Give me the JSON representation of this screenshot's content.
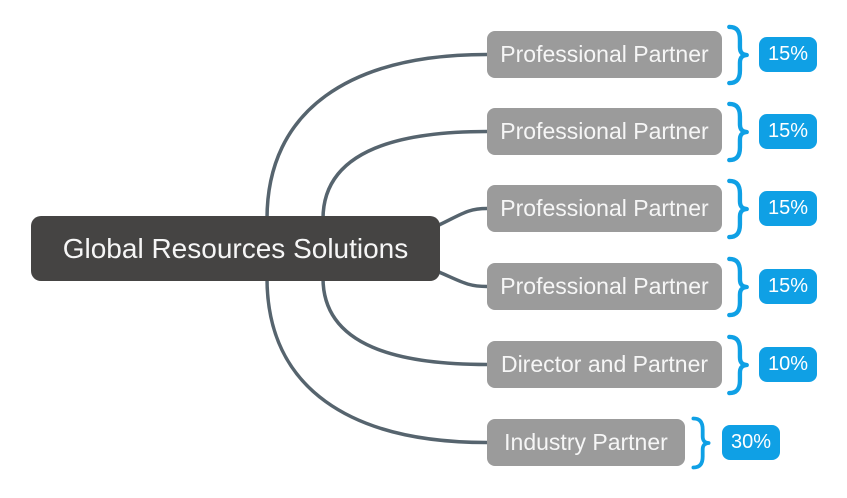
{
  "diagram": {
    "type": "mindmap",
    "root": {
      "label": "Global Resources Solutions"
    },
    "branches": [
      {
        "label": "Professional Partner",
        "value": "15%"
      },
      {
        "label": "Professional Partner",
        "value": "15%"
      },
      {
        "label": "Professional Partner",
        "value": "15%"
      },
      {
        "label": "Professional Partner",
        "value": "15%"
      },
      {
        "label": "Director and Partner",
        "value": "10%"
      },
      {
        "label": "Industry Partner",
        "value": "30%"
      }
    ],
    "colors": {
      "background": "#ffffff",
      "root_node_bg": "#454443",
      "branch_node_bg": "#9b9b9b",
      "node_text": "#f6f6f6",
      "accent_blue": "#0fa0e5",
      "connector_line": "#56646e"
    }
  }
}
